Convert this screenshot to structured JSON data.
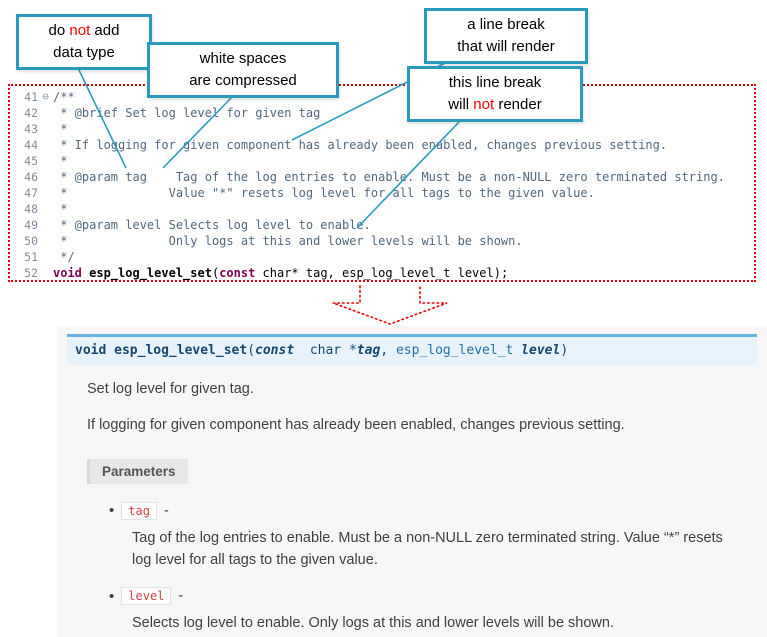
{
  "colors": {
    "callout_accent": "#2b9bbd",
    "alert_red": "#ff0000",
    "code_border_red": "#e60000",
    "signature_bg": "#e7f2fa",
    "signature_border": "#6ab0de",
    "docs_panel_bg": "#f7f7f8"
  },
  "callouts": {
    "no_datatype": {
      "line1_pre": "do ",
      "line1_red": "not",
      "line1_post": " add",
      "line2": "data type"
    },
    "whitespace": {
      "line1": "white spaces",
      "line2": "are  compressed"
    },
    "break_render": {
      "line1": "a line break",
      "line2": "that will render"
    },
    "break_norender": {
      "line1": "this line break",
      "line2_pre": "will ",
      "line2_red": "not",
      "line2_post": " render"
    }
  },
  "code": {
    "lines": [
      {
        "num": "41",
        "fold": "⊖",
        "text": "/**"
      },
      {
        "num": "42",
        "fold": "",
        "text": " * @brief Set log level for given tag"
      },
      {
        "num": "43",
        "fold": "",
        "text": " *"
      },
      {
        "num": "44",
        "fold": "",
        "text": " * If logging for given component has already been enabled, changes previous setting."
      },
      {
        "num": "45",
        "fold": "",
        "text": " *"
      },
      {
        "num": "46",
        "fold": "",
        "text": " * @param tag    Tag of the log entries to enable. Must be a non-NULL zero terminated string."
      },
      {
        "num": "47",
        "fold": "",
        "text": " *              Value \"*\" resets log level for all tags to the given value."
      },
      {
        "num": "48",
        "fold": "",
        "text": " *"
      },
      {
        "num": "49",
        "fold": "",
        "text": " * @param level Selects log level to enable."
      },
      {
        "num": "50",
        "fold": "",
        "text": " *              Only logs at this and lower levels will be shown."
      },
      {
        "num": "51",
        "fold": "",
        "text": " */"
      }
    ],
    "sig_line": {
      "num": "52",
      "fold": "",
      "kw1": "void ",
      "name": "esp_log_level_set",
      "p1": "(",
      "kw2": "const",
      "rest": " char* tag, esp_log_level_t level);"
    }
  },
  "docs": {
    "signature": {
      "ret": "void",
      "name": " esp_log_level_set",
      "open": "(",
      "const_kw": "const",
      "type1": "  char *",
      "param1": "tag",
      "comma": ", ",
      "type2": "esp_log_level_t",
      "param2": " level",
      "close": ")"
    },
    "p1": "Set log level for given tag.",
    "p2": "If logging for given component has already been enabled, changes previous setting.",
    "parameters_label": "Parameters",
    "params": [
      {
        "name": "tag",
        "dash": "-",
        "desc": "Tag of the log entries to enable. Must be a non-NULL zero terminated string. Value “*” resets log level for all tags to the given value."
      },
      {
        "name": "level",
        "dash": "-",
        "desc": "Selects log level to enable. Only logs at this and lower levels will be shown."
      }
    ]
  }
}
